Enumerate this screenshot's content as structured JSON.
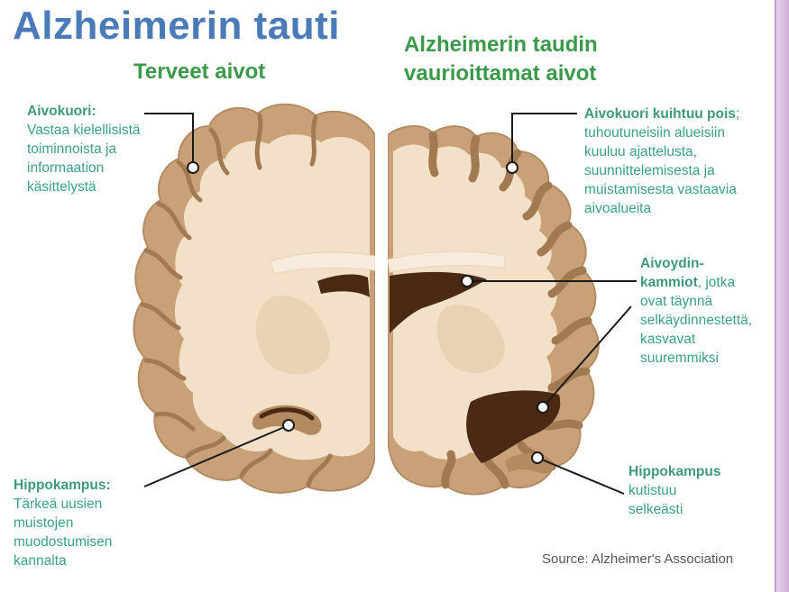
{
  "title": "Alzheimerin tauti",
  "headings": {
    "left": "Terveet aivot",
    "right_line1": "Alzheimerin taudin",
    "right_line2": "vaurioittamat aivot"
  },
  "labels": {
    "cortex_left": {
      "title": "Aivokuori:",
      "lines": [
        "Vastaa kielellisistä",
        "toiminnoista ja",
        "informaation",
        "käsittelystä"
      ]
    },
    "hippocampus_left": {
      "title": "Hippokampus:",
      "lines": [
        "Tärkeä uusien",
        "muistojen",
        "muodostumisen",
        "kannalta"
      ]
    },
    "cortex_right": {
      "title": "Aivokuori kuihtuu pois",
      "title_suffix": ";",
      "lines": [
        "tuhoutuneisiin alueisiin",
        "kuuluu ajattelusta,",
        "suunnittelemisesta ja",
        "muistamisesta vastaavia",
        "aivoalueita"
      ]
    },
    "ventricles_right": {
      "title_line1": "Aivoydin-",
      "title_line2": "kammiot",
      "title_suffix": ", jotka",
      "lines": [
        "ovat täynnä",
        "selkäydinnestettä,",
        "kasvavat",
        "suuremmiksi"
      ]
    },
    "hippocampus_right": {
      "title": "Hippokampus",
      "lines": [
        "kutistuu",
        "selkeästi"
      ]
    }
  },
  "source": "Source: Alzheimer's Association",
  "colors": {
    "title": "#4a7bb8",
    "heading": "#3a9a4a",
    "note_text": "#3aa08a",
    "brain_outer": "#c9a179",
    "brain_inner": "#f2e0c8",
    "brain_fold": "#a27a52",
    "ventricle": "#4a2a14",
    "side_strip": "#d6bde0"
  }
}
